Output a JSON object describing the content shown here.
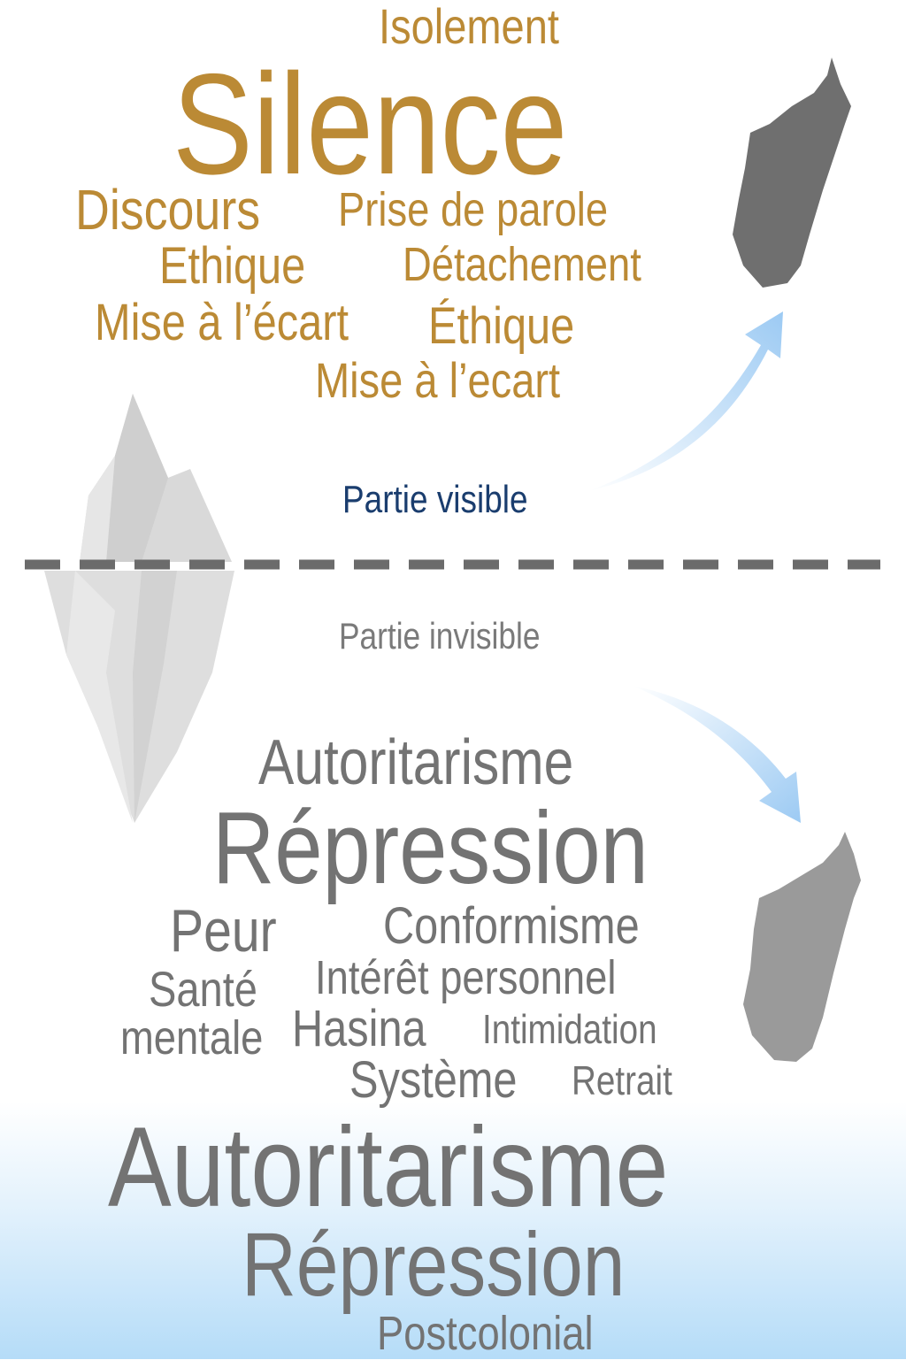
{
  "visible": {
    "label": "Partie visible",
    "words": [
      "Silence",
      "Isolement",
      "Discours",
      "Prise de parole",
      "Ethique",
      "Détachement",
      "Mise à l’écart",
      "Éthique",
      "Mise à l’ecart"
    ]
  },
  "invisible": {
    "label": "Partie invisible",
    "words": [
      "Autoritarisme",
      "Répression",
      "Peur",
      "Conformisme",
      "Intérêt personnel",
      "Santé",
      "mentale",
      "Hasina",
      "Intimidation",
      "Système",
      "Retrait"
    ]
  },
  "base": {
    "words": [
      "Autoritarisme",
      "Répression",
      "Postcolonial"
    ]
  },
  "colors": {
    "visible_words": "#bb8a35",
    "invisible_words": "#737373",
    "visible_label": "#1a3d6e",
    "arrow": "#9ccaf3"
  }
}
